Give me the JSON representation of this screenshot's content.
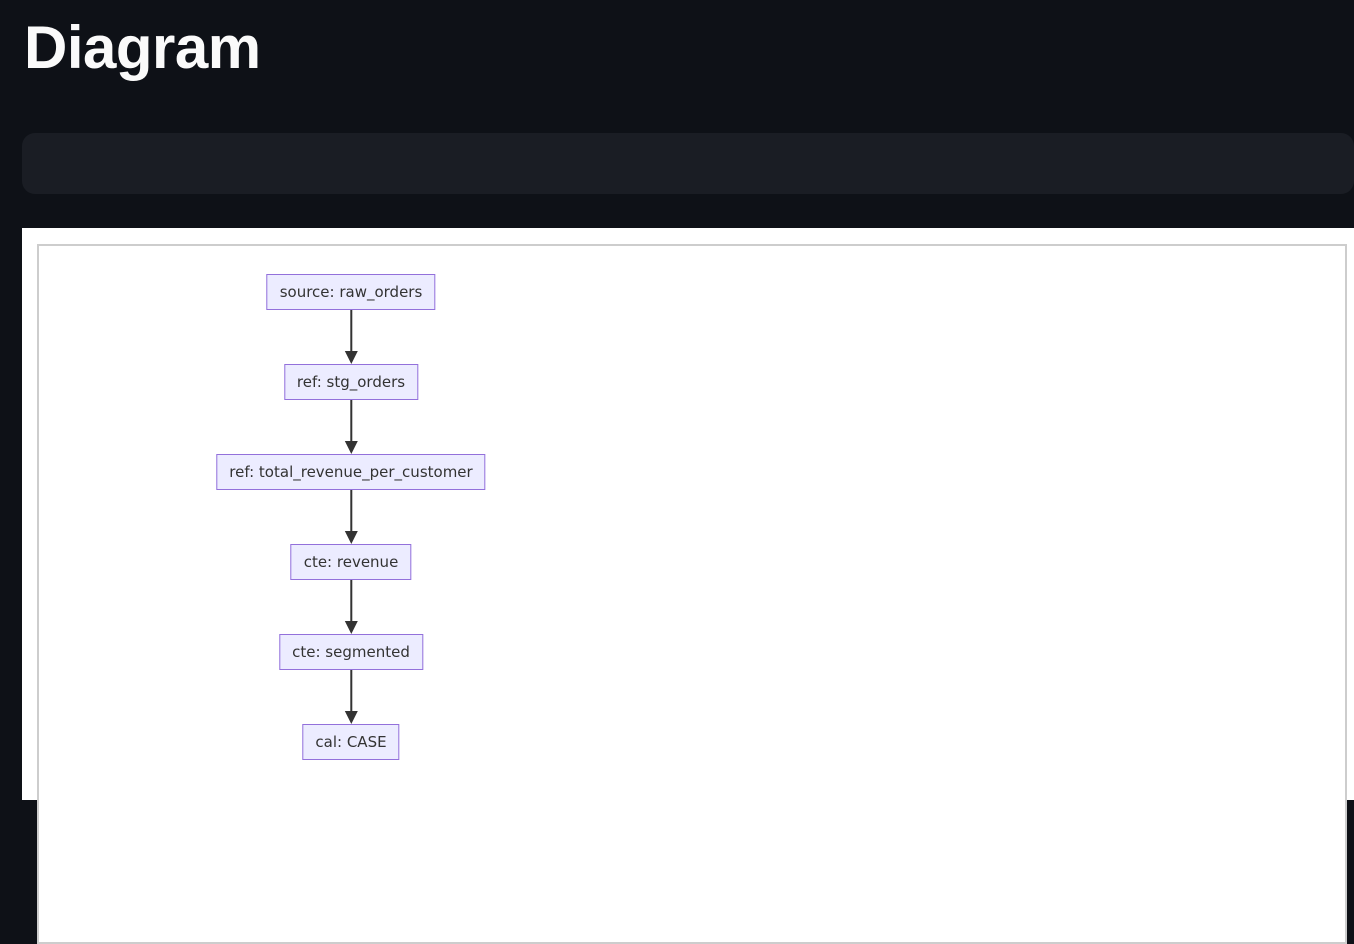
{
  "header": {
    "title": "Diagram"
  },
  "toolbar": {
    "content": ""
  },
  "diagram": {
    "type": "flowchart",
    "direction": "top-down",
    "nodes": [
      {
        "id": "source_raw_orders",
        "label": "source: raw_orders"
      },
      {
        "id": "ref_stg_orders",
        "label": "ref: stg_orders"
      },
      {
        "id": "ref_total_revenue_per_customer",
        "label": "ref: total_revenue_per_customer"
      },
      {
        "id": "cte_revenue",
        "label": "cte: revenue"
      },
      {
        "id": "cte_segmented",
        "label": "cte: segmented"
      },
      {
        "id": "cal_case",
        "label": "cal: CASE"
      }
    ],
    "edges": [
      {
        "from": "source_raw_orders",
        "to": "ref_stg_orders"
      },
      {
        "from": "ref_stg_orders",
        "to": "ref_total_revenue_per_customer"
      },
      {
        "from": "ref_total_revenue_per_customer",
        "to": "cte_revenue"
      },
      {
        "from": "cte_revenue",
        "to": "cte_segmented"
      },
      {
        "from": "cte_segmented",
        "to": "cal_case"
      }
    ],
    "colors": {
      "node_fill": "#ececff",
      "node_border": "#9370db",
      "node_text": "#333333",
      "arrow": "#333333",
      "canvas": "#ffffff",
      "frame_border": "#cdcdcd",
      "page_background": "#0e1117",
      "toolbar_background": "#1a1d24",
      "title_text": "#fafafa"
    }
  }
}
